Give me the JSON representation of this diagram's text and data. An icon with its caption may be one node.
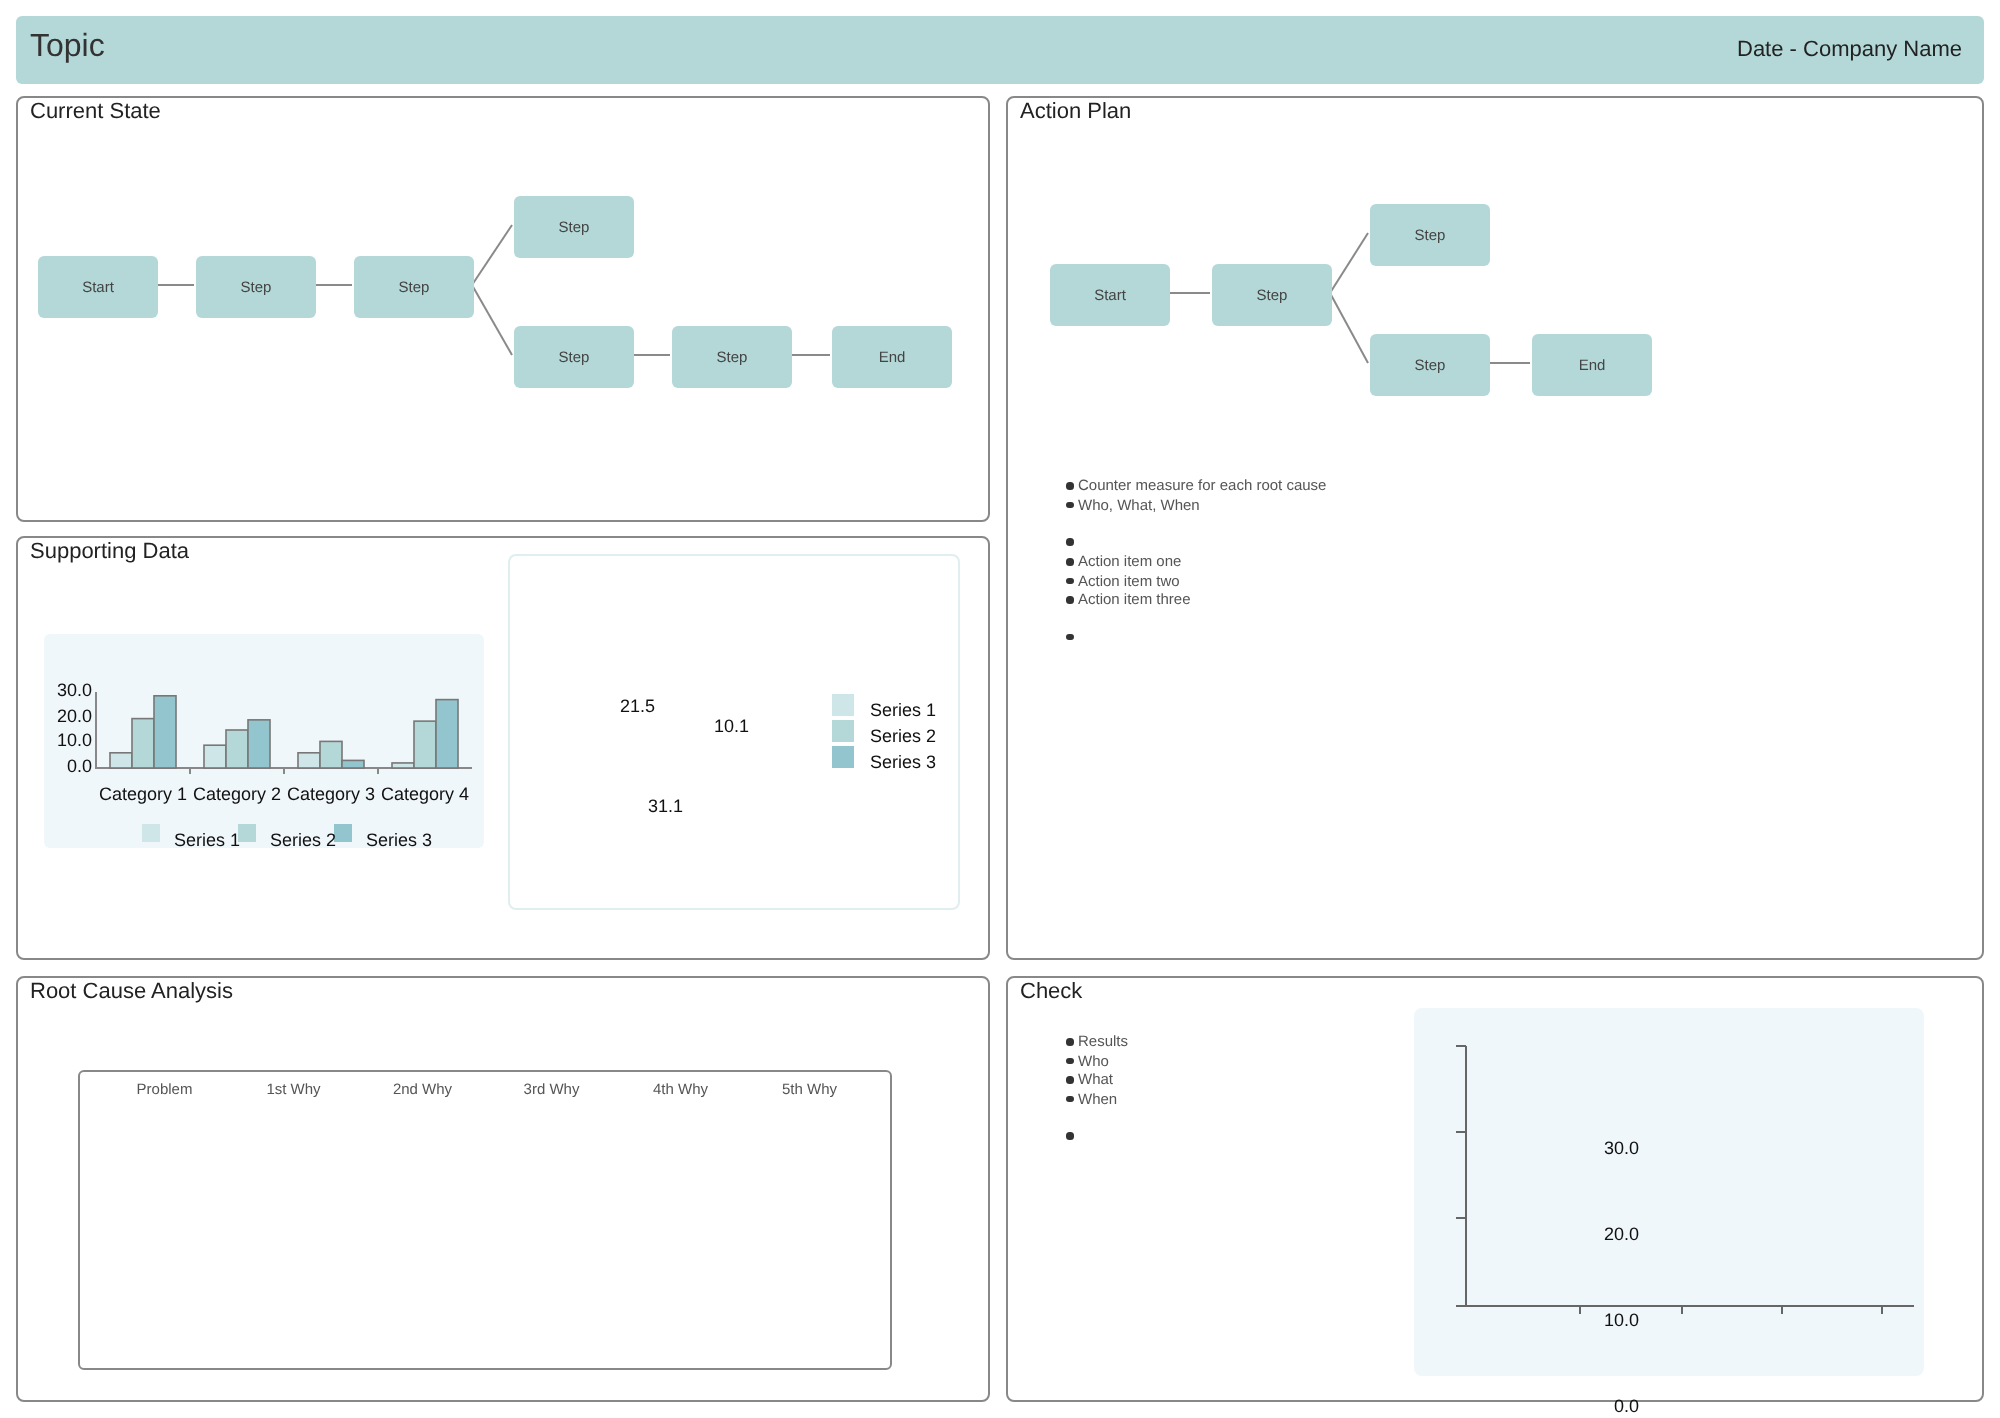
{
  "diagram": {
    "nodes": [
      {
        "text": [
          "Topic",
          "Date - Company Name"
        ]
      },
      {
        "text": [
          "Current State"
        ]
      },
      {
        "text": [
          "Start"
        ],
        "in": 1
      },
      {
        "text": [
          "Step"
        ],
        "in": 1
      },
      {
        "text": [
          "Step"
        ],
        "in": 1
      },
      {
        "text": [
          "Step"
        ],
        "in": 1
      },
      {
        "text": [
          "Step"
        ],
        "in": 1
      },
      {
        "text": [
          "Step"
        ],
        "in": 1
      },
      {
        "text": [
          "End"
        ],
        "in": 1
      },
      {
        "text": [
          "Action Plan"
        ]
      },
      {
        "text": [
          "Start"
        ],
        "in": 9
      },
      {
        "text": [
          "Step"
        ],
        "in": 9
      },
      {
        "text": [
          "Step"
        ],
        "in": 9
      },
      {
        "text": [
          "Step"
        ],
        "in": 9
      },
      {
        "text": [
          "End"
        ],
        "in": 9
      },
      {
        "text": [
          "Supporting Data"
        ]
      },
      {
        "text": [
          "Root Cause Analysis"
        ]
      },
      {
        "text": [
          "Problem",
          "1st Why",
          "2nd Why",
          "3rd Why",
          "4th Why",
          "5th Why"
        ],
        "in": 16
      },
      {
        "text": [
          "Check"
        ]
      }
    ],
    "edges": [
      {
        "from": 2,
        "to": 3,
        "arrow": "none"
      },
      {
        "from": 3,
        "to": 4,
        "arrow": "none"
      },
      {
        "from": 4,
        "to": 5,
        "arrow": "none"
      },
      {
        "from": 4,
        "to": 6,
        "arrow": "none"
      },
      {
        "from": 6,
        "to": 7,
        "arrow": "none"
      },
      {
        "from": 7,
        "to": 8,
        "arrow": "none"
      },
      {
        "from": 10,
        "to": 11,
        "arrow": "none"
      },
      {
        "from": 11,
        "to": 12,
        "arrow": "none"
      },
      {
        "from": 11,
        "to": 13,
        "arrow": "none"
      },
      {
        "from": 13,
        "to": 14,
        "arrow": "none"
      }
    ],
    "labels": [
      "Counter measure for each root cause",
      "Who, What, When",
      "Action item one",
      "Action item two",
      "Action item three",
      "21.5",
      "10.1",
      "31.1",
      "Results",
      "Who",
      "What",
      "When",
      "30.0",
      "20.0",
      "10.0",
      "0.0"
    ],
    "legend": [
      {
        "text": "Series 1",
        "color": "#cfe6e8"
      },
      {
        "text": "Series 2",
        "color": "#b4d8d8"
      },
      {
        "text": "Series 3",
        "color": "#93c5cf"
      }
    ],
    "chart_data": {
      "type": "bar",
      "categories": [
        "Category 1",
        "Category 2",
        "Category 3",
        "Category 4"
      ],
      "series": [
        {
          "name": "Series 1",
          "color": "#cfe6e8",
          "values": [
            6,
            9,
            6,
            2
          ]
        },
        {
          "name": "Series 2",
          "color": "#b4d8d8",
          "values": [
            19.5,
            15,
            10.5,
            18.5
          ]
        },
        {
          "name": "Series 3",
          "color": "#93c5cf",
          "values": [
            28.5,
            19,
            3,
            27
          ]
        }
      ],
      "ylim": [
        0,
        30
      ],
      "legend": "bottom",
      "yticks": [
        {
          "value": 0,
          "label": "0.0"
        },
        {
          "value": 10,
          "label": "10.0"
        },
        {
          "value": 20,
          "label": "20.0"
        },
        {
          "value": 30,
          "label": "30.0"
        }
      ]
    }
  }
}
